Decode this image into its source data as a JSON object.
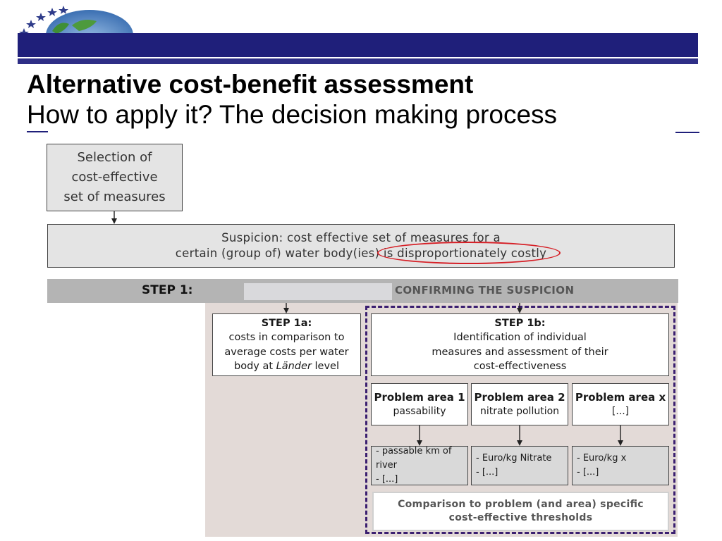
{
  "slide": {
    "title": "Alternative cost-benefit assessment",
    "subtitle": "How to apply it?  The decision making process"
  },
  "diagram": {
    "selection": [
      "Selection of",
      "cost-effective",
      "set of measures"
    ],
    "suspicion": [
      "Suspicion: cost effective set of measures for a",
      "certain (group of) water body(ies) is disproportionately costly"
    ],
    "step1": {
      "label": "STEP 1:",
      "description": "CONFIRMING THE SUSPICION"
    },
    "step1a": {
      "title": "STEP 1a:",
      "lines": [
        "costs in comparison to",
        "average costs per water"
      ],
      "last_line_prefix": "body at ",
      "last_line_italic": "Länder",
      "last_line_suffix": " level"
    },
    "step1b": {
      "title": "STEP 1b:",
      "lines": [
        "Identiﬁcation of individual",
        "measures and assessment of their",
        "cost-eﬀectiveness"
      ]
    },
    "problem_areas": [
      {
        "title": "Problem area 1",
        "subtitle": "passability"
      },
      {
        "title": "Problem area 2",
        "subtitle": "nitrate pollution"
      },
      {
        "title": "Problem area x",
        "subtitle": "[...]"
      }
    ],
    "indicators": [
      [
        "- passable km of river",
        "- [...]"
      ],
      [
        "- Euro/kg Nitrate",
        "- [...]"
      ],
      [
        "- Euro/kg x",
        "- [...]"
      ]
    ],
    "comparison": [
      "Comparison to problem (and area) speciﬁc",
      "cost-eﬀective thresholds"
    ]
  },
  "colors": {
    "navy": "#1f1f7a",
    "ellipse_red": "#d61f26",
    "dashed_frame": "#3b1f70",
    "step_band": "#b4b4b4",
    "pink_background": "#e3dad7"
  }
}
